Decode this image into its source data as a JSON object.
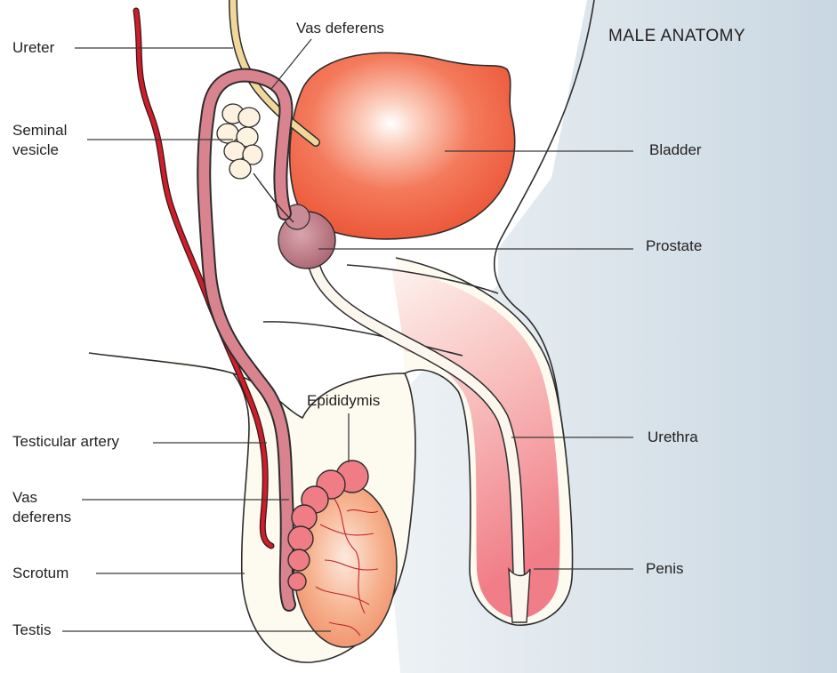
{
  "title": "MALE ANATOMY",
  "labels": {
    "ureter": "Ureter",
    "vas_deferens_top": "Vas deferens",
    "seminal_vesicle_line1": "Seminal",
    "seminal_vesicle_line2": "vesicle",
    "bladder": "Bladder",
    "prostate": "Prostate",
    "epididymis": "Epididymis",
    "testicular_artery": "Testicular artery",
    "vas_deferens_lower_line1": "Vas",
    "vas_deferens_lower_line2": "deferens",
    "urethra": "Urethra",
    "scrotum": "Scrotum",
    "penis": "Penis",
    "testis": "Testis"
  },
  "colors": {
    "skin_shade": "#d9e3eb",
    "body_fill": "#fdfdf2",
    "bladder": "#ef5a3f",
    "prostate": "#b97a86",
    "vas_deferens": "#d9838f",
    "artery": "#cc1f2b",
    "ureter": "#f2d79a",
    "urethra": "#ef6f7c",
    "testis": "#f3a07a",
    "epididymis": "#f07c86"
  }
}
